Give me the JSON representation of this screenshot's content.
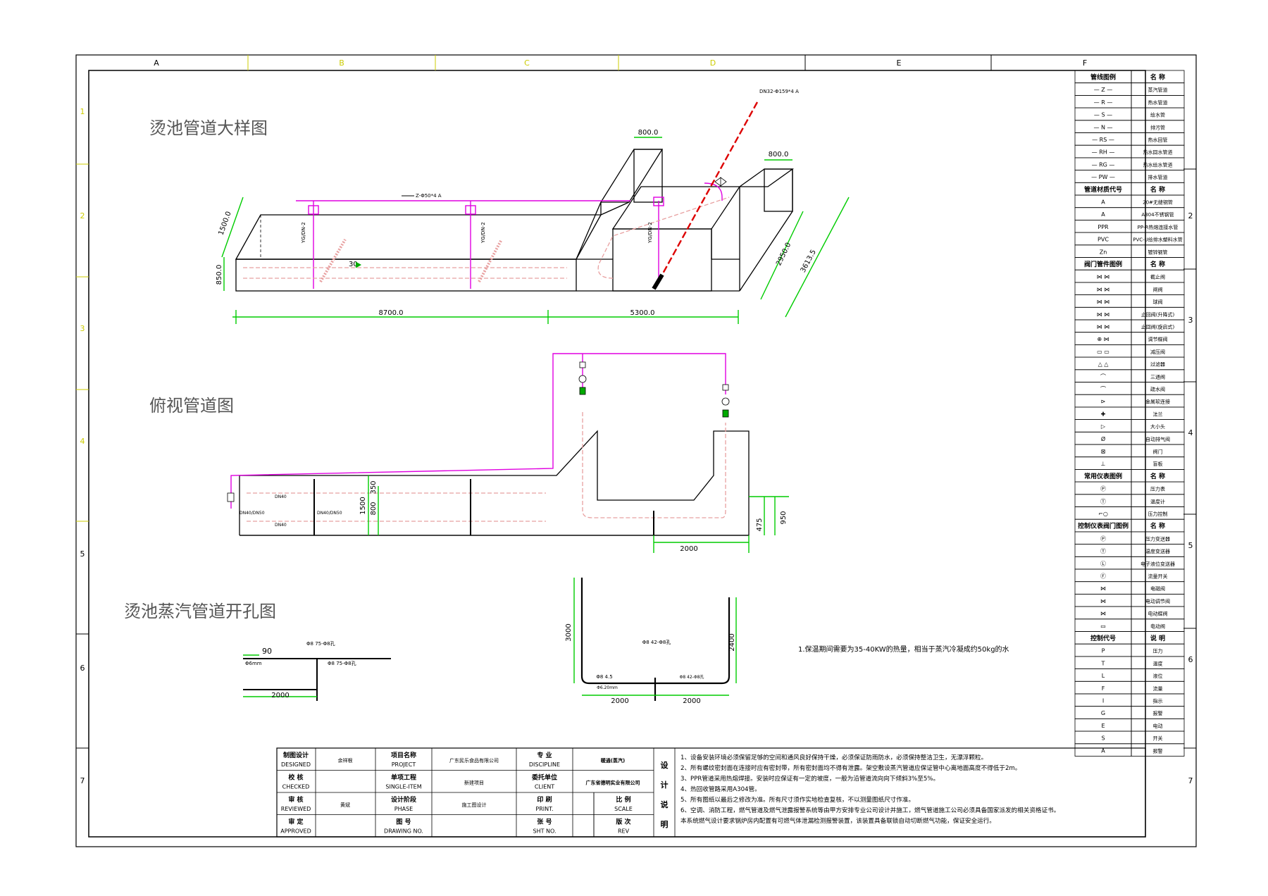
{
  "colors": {
    "frame": "#000000",
    "grid_label": "#cccc00",
    "dimension": "#00cc00",
    "pipe_magenta": "#e000e0",
    "pipe_pink": "#e8a0a0",
    "gas_red": "#dd0000",
    "green_mark": "#00aa00"
  },
  "grid": {
    "columns": [
      "A",
      "B",
      "C",
      "D",
      "E",
      "F"
    ],
    "rows": [
      "1",
      "2",
      "3",
      "4",
      "5",
      "6",
      "7"
    ],
    "right_rows": [
      "2",
      "3",
      "4",
      "5",
      "6",
      "7"
    ]
  },
  "titles": {
    "detail": "烫池管道大样图",
    "plan": "俯视管道图",
    "perforation": "烫池蒸汽管道开孔图"
  },
  "detail_dims": {
    "width_a": "800.0",
    "width_b": "800.0",
    "depth_left": "1500.0",
    "height_left": "850.0",
    "length_a": "8700.0",
    "length_b": "5300.0",
    "slant_a": "2950.0",
    "slant_b": "3613.5",
    "arrow_label": "30",
    "pipe_label": "Z-Φ50*4 A",
    "gas_label": "DN32-Φ159*4 A",
    "riser_label": "YG/DN-2"
  },
  "plan_dims": {
    "d350": "350",
    "d800": "800",
    "d1500": "1500",
    "d475": "475",
    "d950": "950",
    "d2000": "2000",
    "label_dn": "DN40",
    "label_dn2": "DN40/DN50"
  },
  "perf_dims": {
    "top_label": "Φ8 75-Φ8孔",
    "angle": "90",
    "left_label": "Φ6mm",
    "left_len": "2000",
    "right_label": "Φ8 42-Φ8孔",
    "h3000": "3000",
    "h2400": "2400",
    "b1": "2000",
    "b2": "2000",
    "small": "Φ8 4.5",
    "small2": "Φ6.20mm"
  },
  "note_main": "1.保温期间需要为35-40KW的热量，相当于蒸汽冷凝成约50kg的水",
  "legend": {
    "groups": [
      {
        "header": [
          "管线图例",
          "名 称"
        ],
        "rows": [
          [
            "— Z —",
            "蒸汽管道"
          ],
          [
            "— R —",
            "热水管道"
          ],
          [
            "— S —",
            "给水管"
          ],
          [
            "— N —",
            "排污管"
          ],
          [
            "— RS —",
            "热水回管"
          ],
          [
            "— RH —",
            "热水回水管道"
          ],
          [
            "— RG —",
            "热水给水管道"
          ],
          [
            "— PW —",
            "排水管道"
          ]
        ]
      },
      {
        "header": [
          "管道材质代号",
          "名 称"
        ],
        "rows": [
          [
            "A",
            "20#无缝钢管"
          ],
          [
            "A",
            "A304不锈钢管"
          ],
          [
            "PPR",
            "PP-R热熔连接水管"
          ],
          [
            "PVC",
            "PVC-U给排水塑料水管"
          ],
          [
            "Zn",
            "镀锌钢管"
          ]
        ]
      },
      {
        "header": [
          "阀门管件图例",
          "名 称"
        ],
        "rows": [
          [
            "⋈ ⋈",
            "截止阀"
          ],
          [
            "⋈ ⋈",
            "闸阀"
          ],
          [
            "⋈ ⋈",
            "球阀"
          ],
          [
            "⋈ ⋈",
            "止回阀(升降式)"
          ],
          [
            "⋈ ⋈",
            "止回阀(旋启式)"
          ],
          [
            "⊕ ⋈",
            "调节蝶阀"
          ],
          [
            "▭ ▭",
            "减压阀"
          ],
          [
            "△ △",
            "过滤器"
          ],
          [
            "⌒",
            "三通阀"
          ],
          [
            "⌒",
            "疏水阀"
          ],
          [
            "⊳",
            "金属软连接"
          ],
          [
            "✚",
            "法兰"
          ],
          [
            "▷",
            "大小头"
          ],
          [
            "Ø",
            "自动排气阀"
          ],
          [
            "⊠",
            "阀门"
          ],
          [
            "⊥",
            "盲板"
          ]
        ]
      },
      {
        "header": [
          "常用仪表图例",
          "名 称"
        ],
        "rows": [
          [
            "Ⓟ",
            "压力表"
          ],
          [
            "Ⓣ",
            "温度计"
          ],
          [
            "⌐○",
            "压力控制"
          ]
        ]
      },
      {
        "header": [
          "控制仪表阀门图例",
          "名 称"
        ],
        "rows": [
          [
            "Ⓟ",
            "压力变送器"
          ],
          [
            "Ⓣ",
            "温度变送器"
          ],
          [
            "Ⓛ",
            "电子液位变送器"
          ],
          [
            "Ⓕ",
            "流量开关"
          ],
          [
            "⋈",
            "电磁阀"
          ],
          [
            "⋈",
            "电动调节阀"
          ],
          [
            "⋈",
            "电动蝶阀"
          ],
          [
            "▭",
            "电动阀"
          ]
        ]
      },
      {
        "header": [
          "控制代号",
          "说 明"
        ],
        "rows": [
          [
            "P",
            "压力"
          ],
          [
            "T",
            "温度"
          ],
          [
            "L",
            "液位"
          ],
          [
            "F",
            "流量"
          ],
          [
            "I",
            "指示"
          ],
          [
            "G",
            "报警"
          ],
          [
            "E",
            "电动"
          ],
          [
            "S",
            "开关"
          ],
          [
            "A",
            "报警"
          ]
        ]
      }
    ]
  },
  "titleblock": {
    "rows": [
      {
        "role": "制图设计",
        "role_en": "DESIGNED",
        "name": "余祥根",
        "item": "项目名称",
        "item_en": "PROJECT",
        "value": "广东民乐食品有限公司",
        "k2": "专 业",
        "k2_en": "DISCIPLINE",
        "v2": "暖通(蒸汽)"
      },
      {
        "role": "校 核",
        "role_en": "CHECKED",
        "name": "",
        "item": "单项工程",
        "item_en": "SINGLE-ITEM",
        "value": "新建项目",
        "k2": "委托单位",
        "k2_en": "CLIENT",
        "v2": "广东省德明实业有限公司"
      },
      {
        "role": "审 核",
        "role_en": "REVIEWED",
        "name": "黄斌",
        "item": "设计阶段",
        "item_en": "PHASE",
        "value": "施工图设计",
        "k2": "印 刷",
        "k2_en": "PRINT.",
        "v2": "",
        "k3": "比 例",
        "k3_en": "SCALE"
      },
      {
        "role": "审 定",
        "role_en": "APPROVED",
        "name": "",
        "item": "图 号",
        "item_en": "DRAWING NO.",
        "value": "",
        "k2": "张 号",
        "k2_en": "SHT NO.",
        "v2": "",
        "k3": "版 次",
        "k3_en": "REV"
      }
    ],
    "notes_title": "设计说明",
    "notes": [
      "1、设备安装环境必须保留足够的空间和通风良好保持干燥，必须保证防雨防水，必须保持整洁卫生，无漂浮颗粒。",
      "2、所有螺纹密封面在连接时应有密封带，所有密封面均不得有泄露。架空敷设蒸汽管道应保证管中心离地面高度不得低于2m。",
      "3、PPR管道采用热熔焊接。安装时应保证有一定的坡度，一般为沿管道流向向下倾斜3%至5%。",
      "4、热回收管路采用A304管。",
      "5、所有图纸以最后之修改为准。所有尺寸须作实地检查复核，不以测量图纸尺寸作准。",
      "6、空调、消防工程，燃气管道及燃气泄露报警系统等由甲方安排专业公司设计并施工，燃气管道施工公司必须具备国家派发的相关资格证书。",
      "本系统燃气设计要求锅炉房内配置有可燃气体泄漏检测报警装置，该装置具备联锁自动切断燃气功能，保证安全运行。"
    ]
  }
}
